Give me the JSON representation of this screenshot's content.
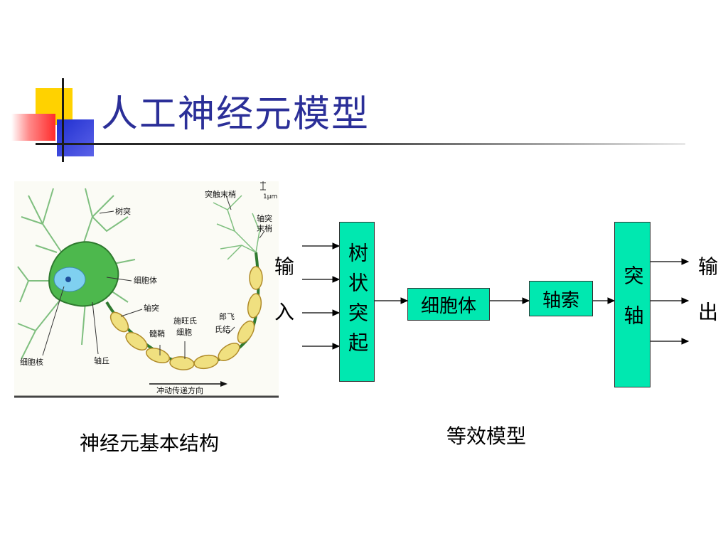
{
  "slide": {
    "title": "人工神经元模型",
    "caption_left": "神经元基本结构",
    "caption_right": "等效模型"
  },
  "neuron_figure": {
    "labels": {
      "dendrite": "树突",
      "cell_body": "细胞体",
      "axon": "轴突",
      "myelin": "髓鞘",
      "schwann": "施旺氏",
      "schwann2": "细胞",
      "ranvier": "郎飞",
      "ranvier2": "氏结",
      "nucleus": "细胞核",
      "hillock": "轴丘",
      "synapse_end": "突触末梢",
      "axon_end": "轴突",
      "axon_end2": "末梢",
      "scale": "1μm",
      "direction": "冲动传递方向"
    },
    "colors": {
      "cell": "#4db84d",
      "nucleus": "#7fd0f0",
      "myelin": "#f0e080"
    }
  },
  "model": {
    "input_label": "输入",
    "output_label": "输出",
    "dendrite_box": "树状突起",
    "soma_box": "细胞体",
    "axon_box": "轴索",
    "synapse_box": "突轴",
    "box_color": "#00e8b0"
  }
}
